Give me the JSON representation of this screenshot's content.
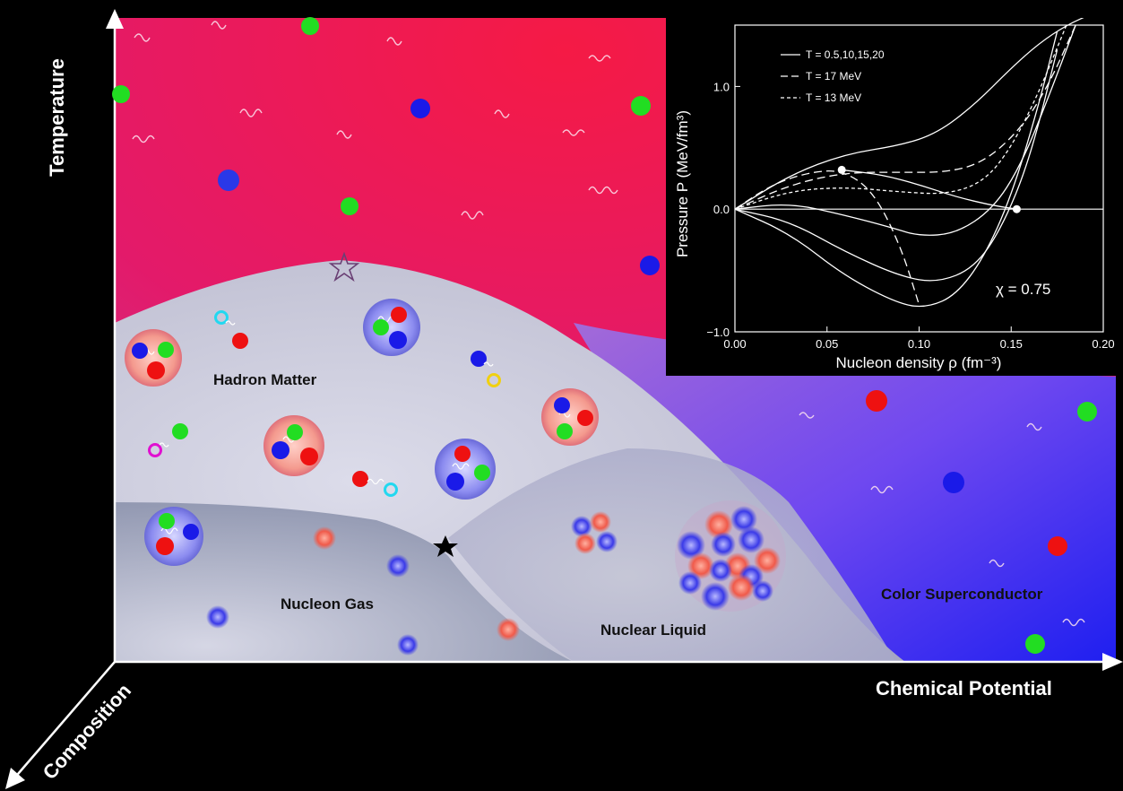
{
  "axes": {
    "temperature": "Temperature",
    "chemical_potential": "Chemical Potential",
    "composition": "Composition"
  },
  "regions": {
    "hadron_matter": "Hadron Matter",
    "nucleon_gas": "Nucleon Gas",
    "nuclear_liquid": "Nuclear Liquid",
    "color_superconductor": "Color Superconductor"
  },
  "colors": {
    "quark_red": "#ee1111",
    "quark_green": "#22dd22",
    "quark_blue": "#1a1ae8",
    "qgp_top": "#f0174a",
    "superconductor": "#4a3cf0",
    "hadron_region": "#c8c8dc"
  },
  "icons": {
    "critical_point_open": "open-star-icon",
    "critical_point_filled": "filled-star-icon"
  },
  "inset": {
    "legend": [
      {
        "label": "T = 0.5,10,15,20",
        "style": "solid"
      },
      {
        "label": "T = 17 MeV",
        "style": "long-dash"
      },
      {
        "label": "T = 13 MeV",
        "style": "short-dash"
      }
    ],
    "annotation": "χ = 0.75"
  },
  "chart_data": {
    "type": "line",
    "xlabel": "Nucleon density ρ (fm⁻³)",
    "ylabel": "Pressure P (MeV/fm³)",
    "xlim": [
      0.0,
      0.2
    ],
    "ylim": [
      -1.0,
      1.5
    ],
    "xticks": [
      "0.00",
      "0.05",
      "0.10",
      "0.15",
      "0.20"
    ],
    "yticks": [
      "−1.0",
      "0.0",
      "1.0"
    ],
    "series": [
      {
        "name": "T = 0.5,10,15,20",
        "style": "solid",
        "x": [
          0,
          0.03,
          0.06,
          0.09,
          0.11,
          0.13,
          0.15,
          0.165,
          0.18,
          0.195
        ],
        "y": [
          0,
          0.28,
          0.45,
          0.52,
          0.62,
          0.85,
          1.15,
          1.35,
          1.5,
          1.6
        ]
      },
      {
        "style": "solid",
        "x": [
          0,
          0.03,
          0.06,
          0.085,
          0.1,
          0.12,
          0.14,
          0.155,
          0.17,
          0.185
        ],
        "y": [
          0,
          0.05,
          -0.05,
          -0.15,
          -0.22,
          -0.2,
          0.0,
          0.35,
          0.9,
          1.5
        ]
      },
      {
        "style": "solid",
        "x": [
          0,
          0.03,
          0.06,
          0.09,
          0.11,
          0.13,
          0.145,
          0.16,
          0.175
        ],
        "y": [
          0,
          -0.1,
          -0.35,
          -0.55,
          -0.6,
          -0.48,
          -0.15,
          0.4,
          1.3
        ]
      },
      {
        "style": "solid",
        "x": [
          0,
          0.03,
          0.06,
          0.09,
          0.105,
          0.12,
          0.135,
          0.15,
          0.165,
          0.175
        ],
        "y": [
          0,
          -0.2,
          -0.55,
          -0.78,
          -0.8,
          -0.7,
          -0.4,
          0.1,
          0.85,
          1.45
        ]
      },
      {
        "name": "T = 17 MeV",
        "style": "long-dash",
        "x": [
          0,
          0.03,
          0.06,
          0.09,
          0.115,
          0.135,
          0.155,
          0.17,
          0.185
        ],
        "y": [
          0,
          0.2,
          0.3,
          0.3,
          0.3,
          0.38,
          0.65,
          1.0,
          1.5
        ]
      },
      {
        "name": "T = 13 MeV",
        "style": "short-dash",
        "x": [
          0,
          0.03,
          0.06,
          0.09,
          0.115,
          0.135,
          0.15,
          0.165,
          0.18
        ],
        "y": [
          0,
          0.15,
          0.18,
          0.14,
          0.12,
          0.22,
          0.5,
          0.95,
          1.5
        ]
      },
      {
        "style": "long-dash",
        "x": [
          0.0,
          0.02,
          0.04,
          0.058,
          0.075,
          0.09,
          0.1
        ],
        "y": [
          0.0,
          0.2,
          0.3,
          0.32,
          0.15,
          -0.3,
          -0.78
        ]
      },
      {
        "style": "solid",
        "x": [
          0.058,
          0.08,
          0.1,
          0.12,
          0.14,
          0.153
        ],
        "y": [
          0.32,
          0.28,
          0.2,
          0.1,
          0.03,
          0.0
        ]
      }
    ],
    "points": [
      {
        "x": 0.058,
        "y": 0.32
      },
      {
        "x": 0.153,
        "y": 0.0
      }
    ]
  }
}
